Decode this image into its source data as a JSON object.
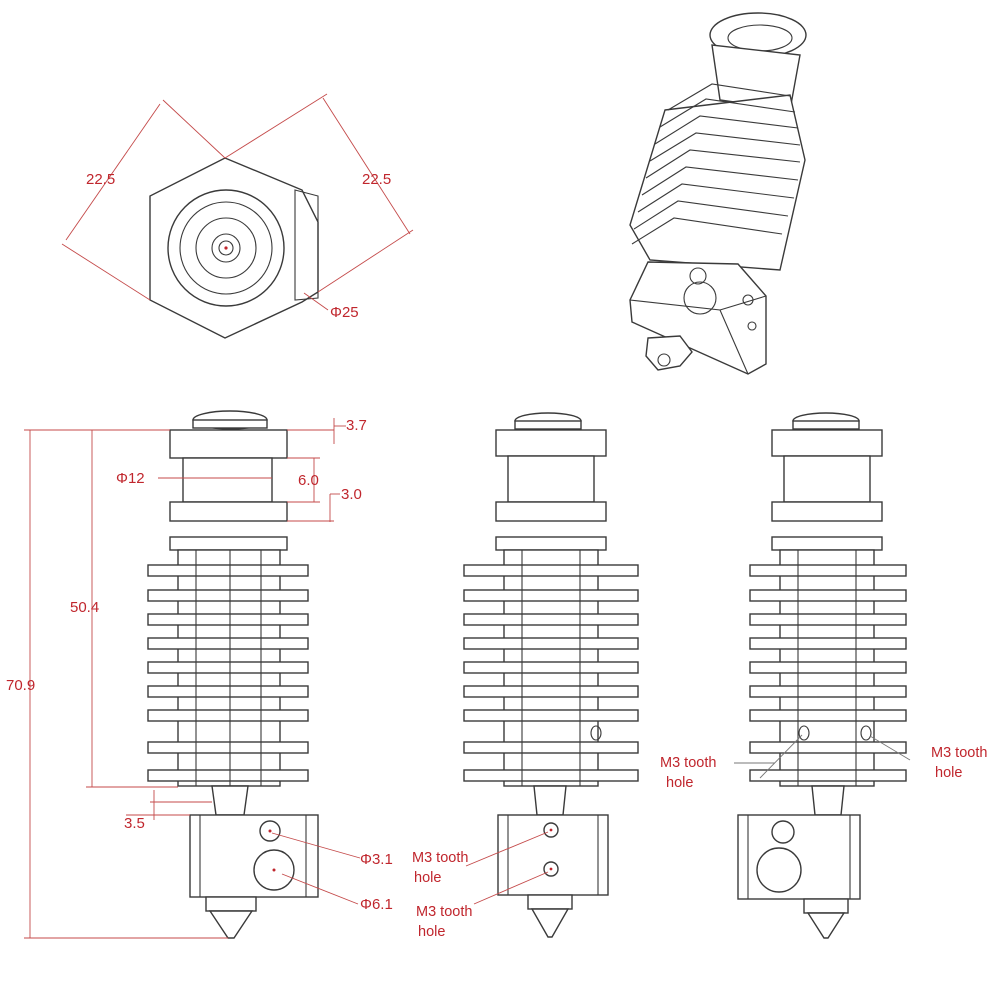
{
  "top_view": {
    "dim_left": "22.5",
    "dim_right": "22.5",
    "dim_diameter": "Φ25"
  },
  "front_view": {
    "dim_cap": "3.7",
    "dim_neck_dia": "Φ12",
    "dim_neck_gap": "6.0",
    "dim_collar": "3.0",
    "dim_heatsink": "50.4",
    "dim_total": "70.9",
    "dim_throat": "3.5",
    "dim_small_hole": "Φ3.1",
    "dim_large_hole": "Φ6.1"
  },
  "side_view": {
    "note_upper_line1": "M3 tooth",
    "note_upper_line2": "hole",
    "note_lower_line1": "M3 tooth",
    "note_lower_line2": "hole"
  },
  "back_view": {
    "note_left_line1": "M3 tooth",
    "note_left_line2": "hole",
    "note_right_line1": "M3 tooth",
    "note_right_line2": "hole"
  },
  "colors": {
    "annotation": "#c0262d",
    "outline": "#3a3a3a"
  }
}
